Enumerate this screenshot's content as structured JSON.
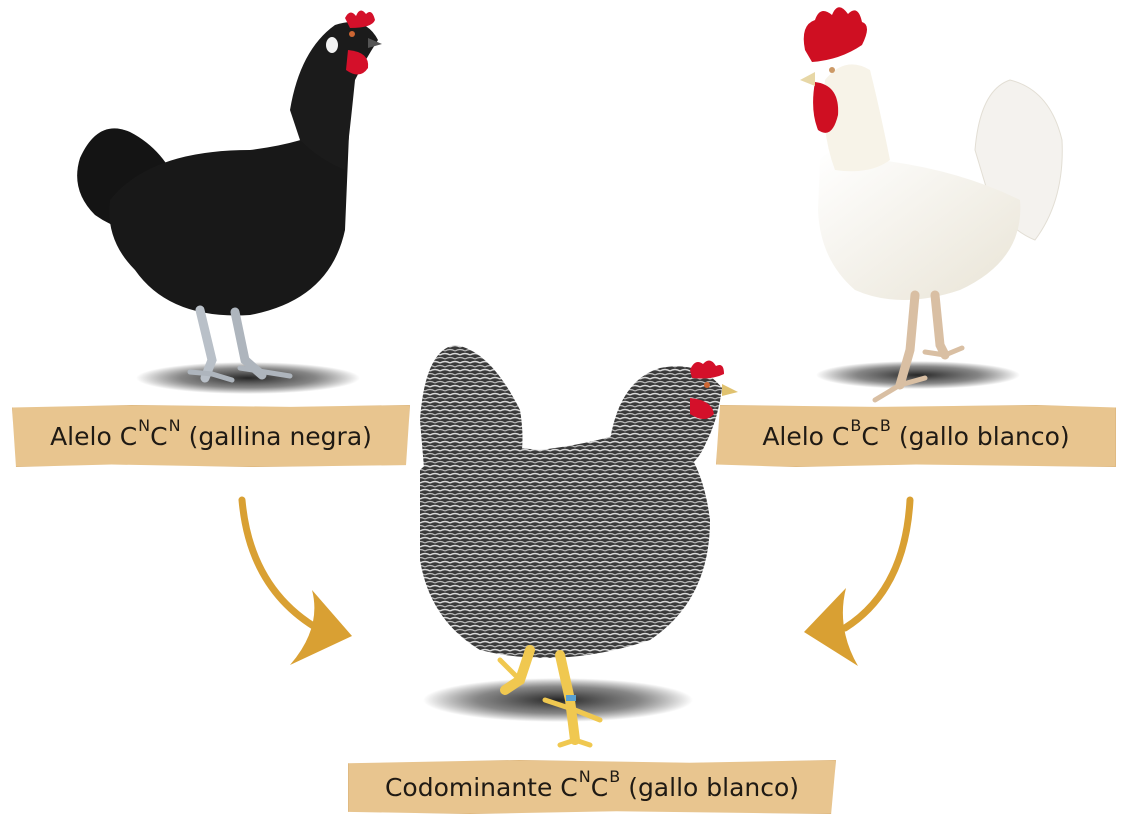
{
  "labels": {
    "left": {
      "text": "Alelo C",
      "sup1": "N",
      "mid": " C",
      "sup2": "N",
      "tail": "(gallina negra)"
    },
    "right": {
      "text": "Alelo C",
      "sup1": "B",
      "mid": " C",
      "sup2": "B",
      "tail": "(gallo blanco)"
    },
    "bottom": {
      "text": "Codominante C",
      "sup1": "N",
      "mid": " C",
      "sup2": "B",
      "tail": "(gallo blanco)"
    }
  },
  "colors": {
    "label_bg": "#e8c58f",
    "arrow": "#d9a033",
    "black_hen": "#161616",
    "white_rooster": "#f7f4ec",
    "barred_hen": "#4a4a4a",
    "comb": "#d4102a"
  },
  "icons": [
    "black-hen-illustration",
    "white-rooster-illustration",
    "barred-hen-illustration",
    "arrow-down-right-icon",
    "arrow-down-left-icon"
  ]
}
